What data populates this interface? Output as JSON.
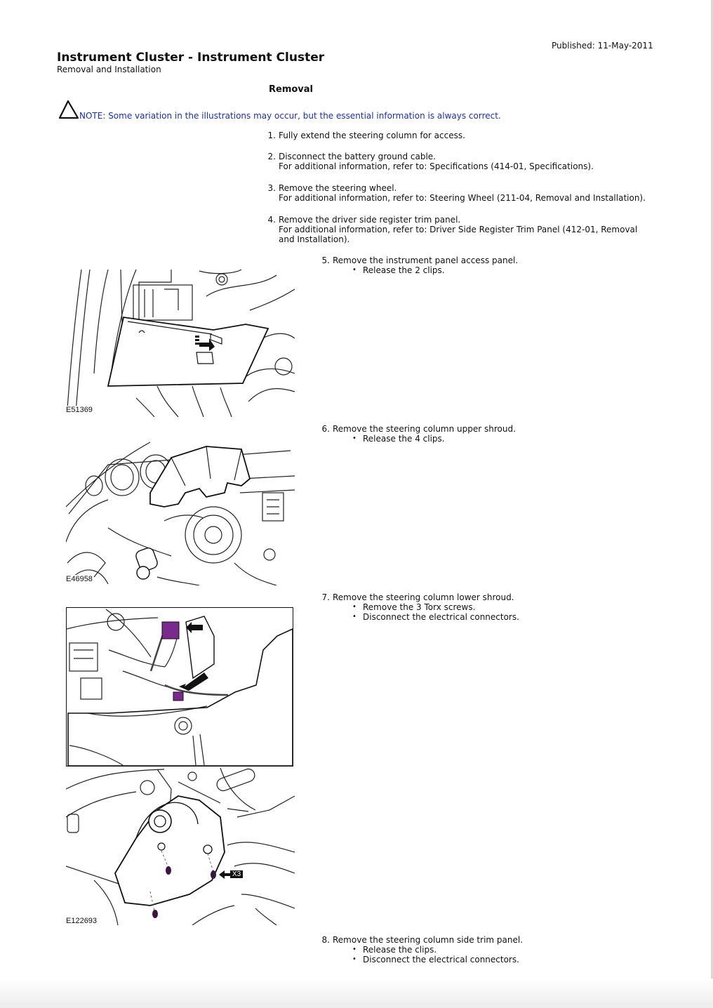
{
  "header": {
    "published": "Published: 11-May-2011",
    "title": "Instrument Cluster - Instrument Cluster",
    "subtitle": "Removal and Installation"
  },
  "section_title": "Removal",
  "note": "NOTE: Some variation in the illustrations may occur, but the essential information is always correct.",
  "steps": [
    {
      "num": "1.",
      "text": "Fully extend the steering column for access.",
      "ref": ""
    },
    {
      "num": "2.",
      "text": "Disconnect the battery ground cable.",
      "ref": "For additional information, refer to: Specifications (414-01, Specifications)."
    },
    {
      "num": "3.",
      "text": "Remove the steering wheel.",
      "ref": "For additional information, refer to: Steering Wheel (211-04, Removal and Installation)."
    },
    {
      "num": "4.",
      "text": "Remove the driver side register trim panel.",
      "ref": "For additional information, refer to: Driver Side Register Trim Panel (412-01, Removal",
      "ref2": "and Installation)."
    },
    {
      "num": "5.",
      "text": "Remove the instrument panel access panel.",
      "bullets": [
        "Release the 2 clips."
      ]
    },
    {
      "num": "6.",
      "text": "Remove the steering column upper shroud.",
      "bullets": [
        "Release the 4 clips."
      ]
    },
    {
      "num": "7.",
      "text": "Remove the steering column lower shroud.",
      "bullets": [
        "Remove the 3 Torx screws.",
        "Disconnect the electrical connectors."
      ]
    },
    {
      "num": "8.",
      "text": "Remove the steering column side trim panel.",
      "bullets": [
        "Release the clips.",
        "Disconnect the electrical connectors."
      ]
    }
  ],
  "figures": [
    {
      "label": "E51369"
    },
    {
      "label": "E46958"
    },
    {
      "label": "E122693",
      "callout": "X3"
    }
  ],
  "colors": {
    "note_text": "#1a2fb0",
    "connector": "#7a2a8c"
  }
}
